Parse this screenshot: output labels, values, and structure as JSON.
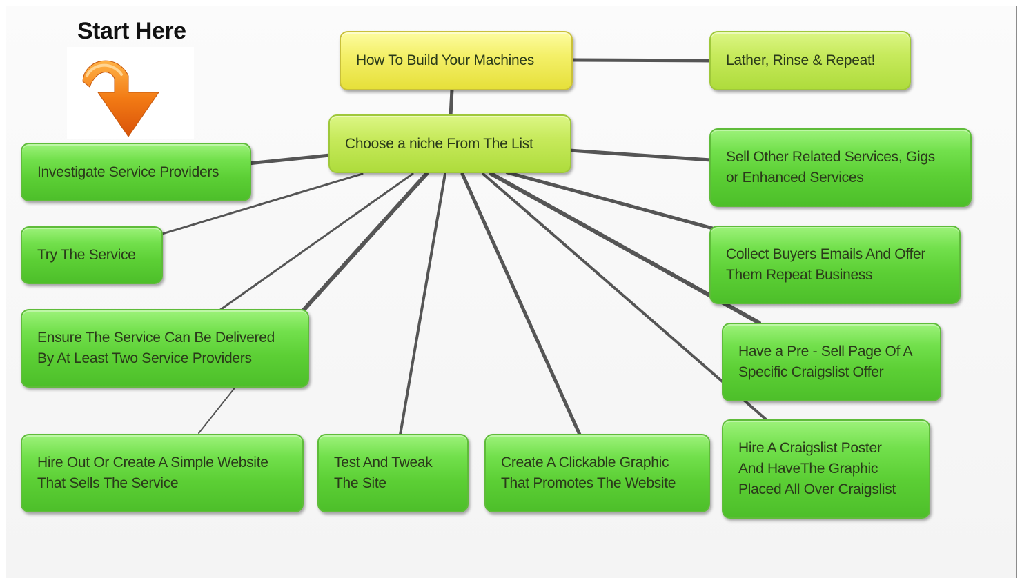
{
  "start": {
    "label": "Start Here",
    "icon": "curved-arrow-down-icon",
    "icon_color": "#f27a14"
  },
  "nodes": {
    "machines": "How To Build Your Machines",
    "repeat": "Lather, Rinse & Repeat!",
    "niche": "Choose a niche From The List",
    "investigate": "Investigate Service Providers",
    "try": "Try The Service",
    "ensure": "Ensure The Service Can Be Delivered\nBy At Least Two Service Providers",
    "hire_website": "Hire Out Or Create A Simple Website\nThat Sells The Service",
    "test": "Test And Tweak\nThe Site",
    "graphic": "Create A Clickable Graphic\nThat Promotes The Website",
    "poster": "Hire A Craigslist Poster\nAnd HaveThe Graphic\nPlaced All Over Craigslist",
    "sell_other": "Sell Other Related Services, Gigs\nor Enhanced Services",
    "collect": "Collect Buyers Emails And Offer\nThem Repeat Business",
    "presell": "Have a Pre - Sell Page Of A\nSpecific Craigslist Offer"
  },
  "colors": {
    "step_box": "#5ccf35",
    "start_box": "#f4f06a",
    "hub_box": "#c7ea5c",
    "connector": "#555555"
  }
}
